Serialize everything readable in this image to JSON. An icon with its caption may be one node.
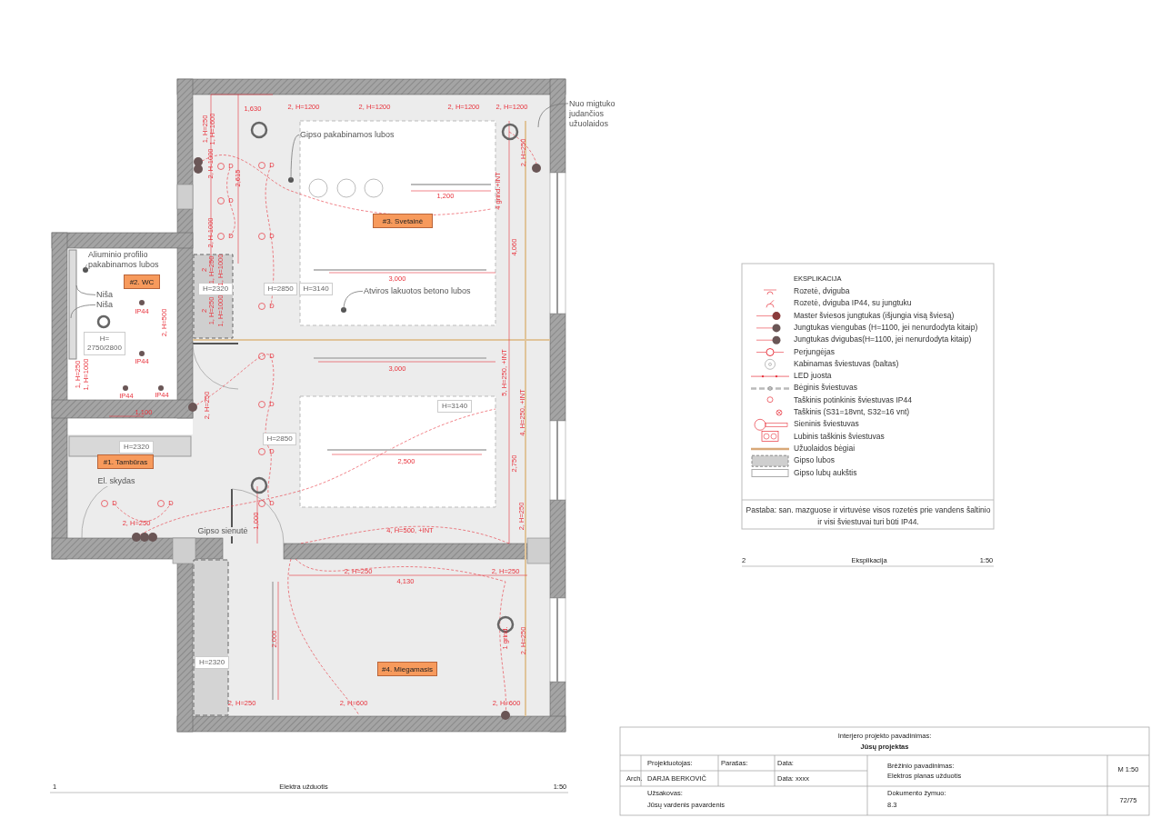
{
  "diagram": {
    "nodes": [
      {
        "text": [
          "#3. Svetainė"
        ]
      },
      {
        "text": [
          "#2. WC"
        ]
      },
      {
        "text": [
          "#1. Tambūras"
        ]
      },
      {
        "text": [
          "#4. Miegamasis"
        ]
      },
      {
        "text": [
          "H=2320"
        ]
      },
      {
        "text": [
          "H=2850"
        ]
      },
      {
        "text": [
          "H=3140"
        ]
      },
      {
        "text": [
          "H= 2750/2800"
        ]
      },
      {
        "text": [
          "H=3140"
        ]
      },
      {
        "text": [
          "H=2850"
        ]
      },
      {
        "text": [
          "H=2320"
        ]
      },
      {
        "text": [
          "H=2320"
        ]
      },
      {
        "text": [
          "Gipso pakabinamos lubos"
        ]
      },
      {
        "text": [
          "Atviros lakuotos betono lubos"
        ]
      },
      {
        "text": [
          "Aliuminio profilio pakabinamos lubos"
        ]
      },
      {
        "text": [
          "Niša"
        ]
      },
      {
        "text": [
          "Niša"
        ]
      },
      {
        "text": [
          "Nuo migtuko judančios užuolaidos"
        ]
      }
    ],
    "edges": [
      {
        "from": 12,
        "to": null,
        "arrow": "none"
      },
      {
        "from": 13,
        "to": null,
        "arrow": "none"
      },
      {
        "from": 14,
        "to": null,
        "arrow": "none"
      },
      {
        "from": 15,
        "to": null,
        "arrow": "none"
      },
      {
        "from": 16,
        "to": null,
        "arrow": "none"
      },
      {
        "from": 17,
        "to": null,
        "arrow": "none"
      }
    ],
    "labels": [
      "1,630",
      "2, H=1200",
      "2, H=1200",
      "2, H=1200",
      "2, H=1200",
      "1, H=250",
      "1, H=1600",
      "2, H-1000",
      "2,615",
      "D",
      "D",
      "D",
      "D",
      "D",
      "1,200",
      "4 grind.+INT",
      "2, H=250",
      "2, H-1000",
      "4,060",
      "2",
      "1, H=250",
      "1, H=1000",
      "2",
      "1, H=250",
      "1, H=1000",
      "3,000",
      "D",
      "IP44",
      "2, H=500",
      "IP44",
      "1, H=250",
      "1, H=1000",
      "IP44",
      "IP44",
      "1,100",
      "2, H=250",
      "D",
      "3,000",
      "5, H=250, +INT",
      "4, H=250, +INT",
      "D",
      "D",
      "2,500",
      "2,750",
      "D",
      "D",
      "D",
      "1,000",
      "2, H=250",
      "El. skydas",
      "2, H=250",
      "4, H=500, +INT",
      "Gipso sienutė",
      "2, H=250",
      "2, H=250",
      "4,130",
      "2,000",
      "1 grind.",
      "2, H=250",
      "2, H=250",
      "2, H=600",
      "2, H=600",
      "1",
      "Elektra užduotis",
      "1:50",
      "EKSPLIKACIJA",
      "Pastaba: san. mazguose ir virtuvėse visos rozetės prie vandens šaltinio ir visi šviestuvai turi būti IP44.",
      "2",
      "Eksplikacija",
      "1:50",
      "Interjero projekto pavadinimas:",
      "Jūsų projektas",
      "Projektuotojas:",
      "Parašas:",
      "Data:",
      "Arch.",
      "DARJA BERKOVIČ",
      "Data: xxxx",
      "Užsakovas:",
      "Jūsų vardenis pavardenis",
      "Brėžinio pavadinimas:",
      "Elektros planas užduotis",
      "Dokumento žymuo:",
      "8.3",
      "M 1:50",
      "72/75"
    ],
    "legend": [
      {
        "text": "Rozetė, dviguba"
      },
      {
        "text": "Rozetė, dviguba IP44, su jungtuku"
      },
      {
        "text": "Master šviesos jungtukas (išjungia visą šviesą)"
      },
      {
        "text": "Jungtukas viengubas (H=1100, jei nenurdodyta kitaip)"
      },
      {
        "text": "Jungtukas dvigubas(H=1100, jei nenurdodyta kitaip)"
      },
      {
        "text": "Perjungėjas"
      },
      {
        "text": "Kabinamas šviestuvas (baltas)"
      },
      {
        "text": "LED juosta"
      },
      {
        "text": "Bėginis šviestuvas"
      },
      {
        "text": "Taškinis potinkinis šviestuvas IP44"
      },
      {
        "text": "Taškinis (S31=18vnt, S32=16 vnt)"
      },
      {
        "text": "Sieninis šviestuvas"
      },
      {
        "text": "Lubinis taškinis šviestuvas"
      },
      {
        "text": "Užuolaidos bėgiai"
      },
      {
        "text": "Gipso lubos"
      },
      {
        "text": "Gipso lubų aukštis"
      }
    ]
  }
}
